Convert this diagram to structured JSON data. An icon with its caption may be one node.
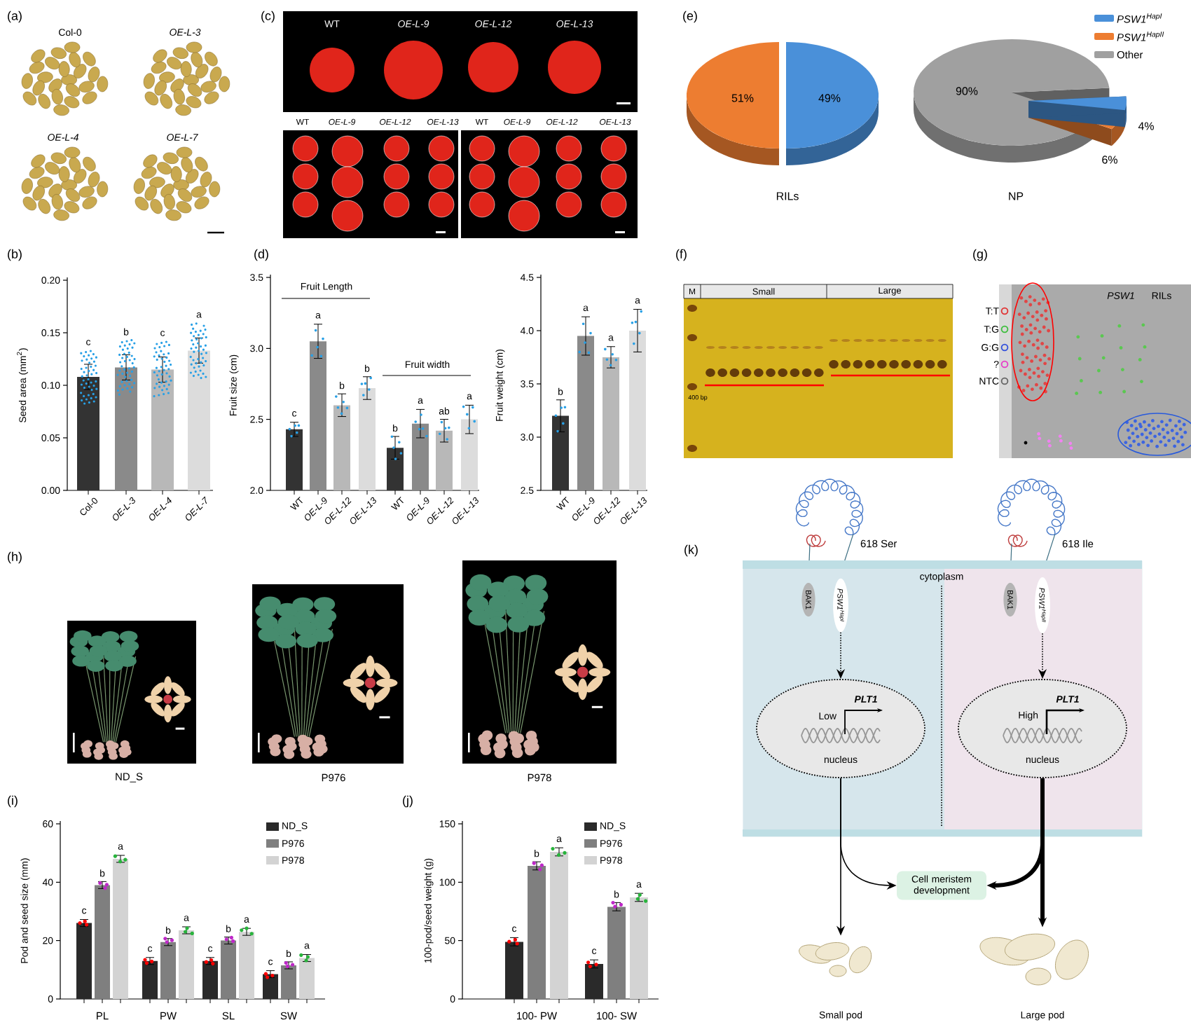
{
  "diagram": {
    "nodes": [
      {
        "text": [
          "cytoplasm"
        ]
      },
      {
        "text": [
          "BAK1"
        ],
        "in": 0
      },
      {
        "text": [
          "PSW1$^{HapI}$"
        ],
        "in": 0,
        "beside": [
          "618 Ser"
        ]
      },
      {
        "text": [
          "PLT1",
          "Low",
          "nucleus"
        ],
        "in": 0
      },
      {
        "text": [
          "BAK1"
        ],
        "in": 0
      },
      {
        "text": [
          "PSW1$^{HapII}$"
        ],
        "in": 0,
        "beside": [
          "618 Ile"
        ]
      },
      {
        "text": [
          "PLT1",
          "High",
          "nucleus"
        ],
        "in": 0
      },
      {
        "text": [
          "Cell meristem development"
        ]
      },
      {
        "text": [],
        "shape": "picture",
        "beside": [
          "Small pod"
        ]
      },
      {
        "text": [],
        "shape": "picture",
        "beside": [
          "Large pod"
        ]
      }
    ],
    "edges": [
      {
        "from": 2,
        "to": 3,
        "arrow": "to",
        "style": "dashed"
      },
      {
        "from": 5,
        "to": 6,
        "arrow": "to",
        "style": "dashed"
      },
      {
        "from": 3,
        "to": 8,
        "arrow": "to"
      },
      {
        "from": 3,
        "to": 7,
        "arrow": "to"
      },
      {
        "from": 6,
        "to": 9,
        "arrow": "to",
        "style": "thick"
      },
      {
        "from": 6,
        "to": 7,
        "arrow": "to",
        "style": "thick"
      }
    ],
    "labels": [
      "(a)",
      "Col-0",
      "OE-L-3",
      "OE-L-4",
      "OE-L-7",
      "(c)",
      "WT",
      "OE-L-9",
      "OE-L-12",
      "OE-L-13",
      "WT",
      "OE-L-9",
      "OE-L-12",
      "OE-L-13",
      "WT",
      "OE-L-9",
      "OE-L-12",
      "OE-L-13",
      "(e)",
      "51%",
      "49%",
      "90%",
      "4%",
      "6%",
      "RILs",
      "NP",
      "(b)",
      "0.20",
      "0.15",
      "0.10",
      "0.05",
      "0.00",
      "Seed area (mm$^{2}$)",
      "c",
      "b",
      "c",
      "a",
      "Col-0",
      "OE-L-3",
      "OE-L-4",
      "OE-L-7",
      "(d)",
      "3.5",
      "3.0",
      "2.5",
      "2.0",
      "Fruit size (cm)",
      "Fruit Length",
      "Fruit width",
      "c",
      "a",
      "b",
      "b",
      "b",
      "a",
      "ab",
      "a",
      "WT",
      "OE-L-9",
      "OE-L-12",
      "OE-L-13",
      "WT",
      "OE-L-9",
      "OE-L-12",
      "OE-L-13",
      "4.5",
      "4.0",
      "3.5",
      "3.0",
      "2.5",
      "Fruit weight (cm)",
      "b",
      "a",
      "a",
      "a",
      "WT",
      "OE-L-9",
      "OE-L-12",
      "OE-L-13",
      "(f)",
      "M",
      "Small",
      "Large",
      "400 bp",
      "(g)",
      "PSW1",
      "RILs",
      "(h)",
      "ND_S",
      "P976",
      "P978",
      "(i)",
      "60",
      "40",
      "20",
      "0",
      "Pod and seed size (mm)",
      "c",
      "b",
      "a",
      "c",
      "b",
      "a",
      "c",
      "b",
      "a",
      "c",
      "b",
      "a",
      "PL",
      "PW",
      "SL",
      "SW",
      "(j)",
      "150",
      "100",
      "50",
      "0",
      "100-pod/seed weight (g)",
      "c",
      "b",
      "a",
      "c",
      "b",
      "a",
      "100- PW",
      "100- SW",
      "(k)"
    ],
    "legend": [
      {
        "text": "PSW1$^{HapI}$",
        "color": "#4a90d9"
      },
      {
        "text": "PSW1$^{HapII}$",
        "color": "#ed7d31"
      },
      {
        "text": "Other",
        "color": "#a0a0a0"
      },
      {
        "text": "T:T"
      },
      {
        "text": "T:G"
      },
      {
        "text": "G:G"
      },
      {
        "text": "?"
      },
      {
        "text": "NTC"
      },
      {
        "text": "ND_S",
        "color": "#2a2a2a"
      },
      {
        "text": "P976",
        "color": "#7f7f7f"
      },
      {
        "text": "P978",
        "color": "#d3d3d3"
      },
      {
        "text": "ND_S",
        "color": "#2a2a2a"
      },
      {
        "text": "P976",
        "color": "#7f7f7f"
      },
      {
        "text": "P978",
        "color": "#d3d3d3"
      }
    ]
  }
}
